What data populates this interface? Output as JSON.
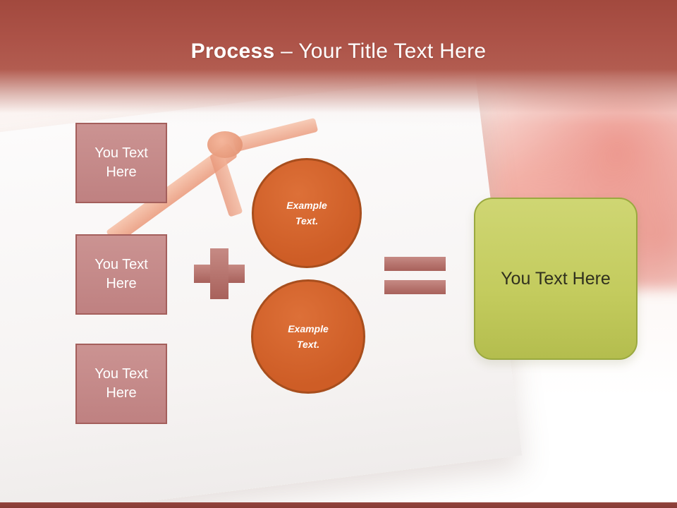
{
  "title": {
    "bold": "Process",
    "rest": "– Your Title Text Here"
  },
  "left_boxes": [
    {
      "label": "You Text Here"
    },
    {
      "label": "You Text Here"
    },
    {
      "label": "You Text Here"
    }
  ],
  "operators": {
    "plus": "plus-sign",
    "equals": "equals-sign"
  },
  "circles": [
    {
      "label": "Example Text."
    },
    {
      "label": "Example Text."
    }
  ],
  "result_box": {
    "label": "You Text Here"
  },
  "colors": {
    "header_red": "#ac5247",
    "title_text": "#ffffff",
    "box_rose_fill": "#c58989",
    "box_rose_border": "#a45f5c",
    "operator_rose": "#b8736d",
    "circle_orange_fill": "#d2622a",
    "circle_orange_border": "#a84e1d",
    "result_olive_fill": "#c7cf63",
    "result_olive_border": "#9aa93f",
    "result_text": "#30301e",
    "footer_bar": "#8e423c",
    "ribbon_salmon": "#eb9d80"
  }
}
